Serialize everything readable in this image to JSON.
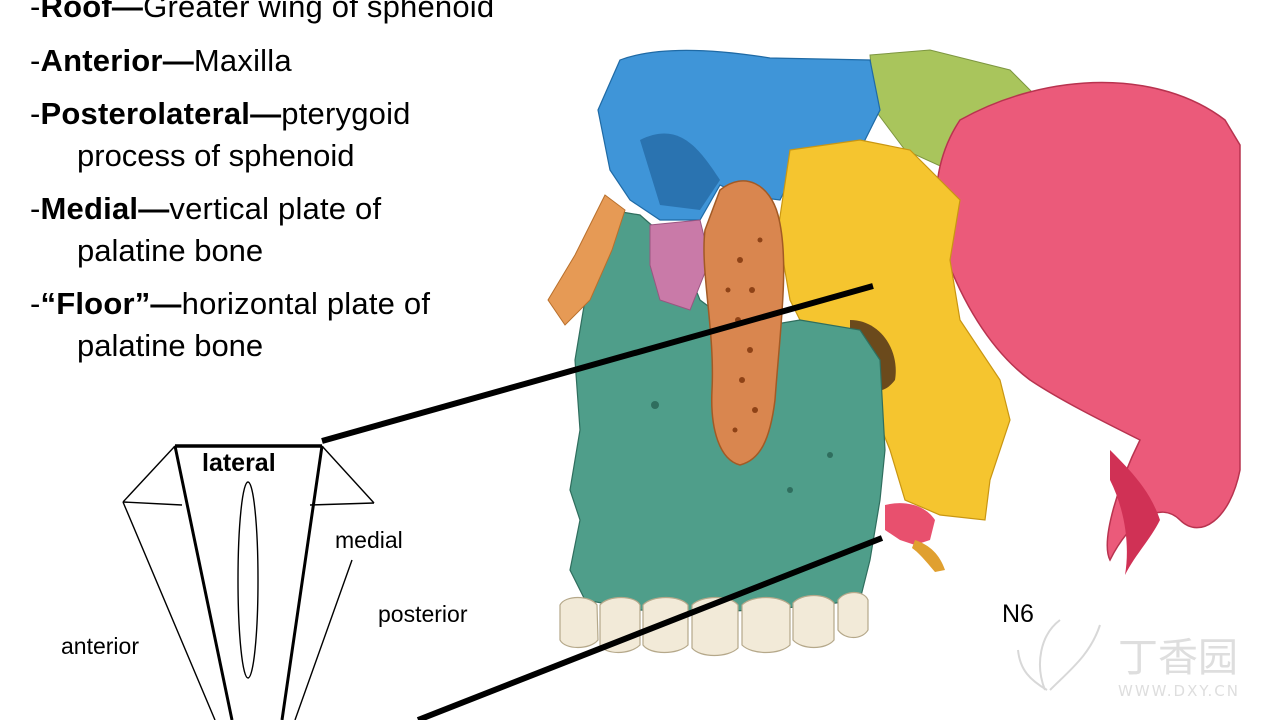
{
  "bullets": [
    {
      "prefix": "-",
      "term": "Roof",
      "dash": "—",
      "rest": "Greater wing of sphenoid",
      "cont": ""
    },
    {
      "prefix": "-",
      "term": "Anterior",
      "dash": "—",
      "rest": "Maxilla",
      "cont": ""
    },
    {
      "prefix": "-",
      "term": "Posterolateral",
      "dash": "—",
      "rest": "pterygoid",
      "cont": "process of sphenoid"
    },
    {
      "prefix": "-",
      "term": "Medial",
      "dash": "—",
      "rest": "vertical plate of",
      "cont": "palatine bone"
    },
    {
      "prefix": "-",
      "term": "“Floor”",
      "dash": "—",
      "rest": "horizontal plate of",
      "cont": "palatine bone"
    }
  ],
  "diagram": {
    "lateral": "lateral",
    "medial": "medial",
    "posterior": "posterior",
    "anterior": "anterior"
  },
  "figure": {
    "code": "N6"
  },
  "watermark": {
    "name": "丁香园",
    "url": "WWW.DXY.CN"
  },
  "colors": {
    "sphenoid_blue": "#3f95d8",
    "maxilla_green": "#4f9e8a",
    "palatine_orange": "#d9864f",
    "zygomatic_yellow": "#f4c430",
    "temporal_pink": "#e8506e",
    "parietal_green": "#a6c45a"
  }
}
